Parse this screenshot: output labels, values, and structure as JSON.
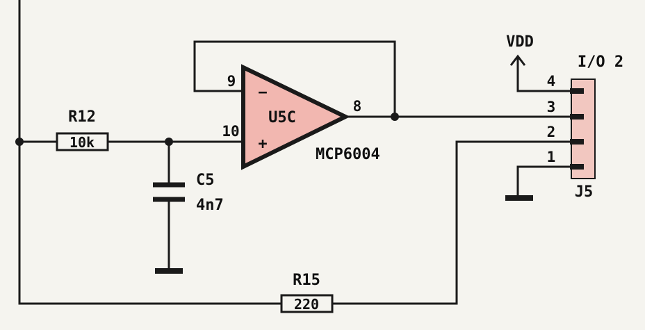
{
  "colors": {
    "background": "#f5f4ef",
    "wire": "#1a1a1a",
    "opamp_fill": "#f2b7b0",
    "connector_fill": "#f2c7c0"
  },
  "components": {
    "r12": {
      "ref": "R12",
      "value": "10k"
    },
    "c5": {
      "ref": "C5",
      "value": "4n7"
    },
    "r15": {
      "ref": "R15",
      "value": "220"
    },
    "u5c": {
      "ref": "U5C",
      "part": "MCP6004",
      "pin_inverting": "9",
      "pin_noninverting": "10",
      "pin_output": "8",
      "minus_symbol": "−",
      "plus_symbol": "+"
    },
    "j5": {
      "ref": "J5",
      "name": "I/O 2",
      "pins": [
        "4",
        "3",
        "2",
        "1"
      ]
    }
  },
  "power": {
    "vdd_label": "VDD",
    "icons": [
      "vdd-arrow-icon",
      "ground-icon"
    ]
  }
}
